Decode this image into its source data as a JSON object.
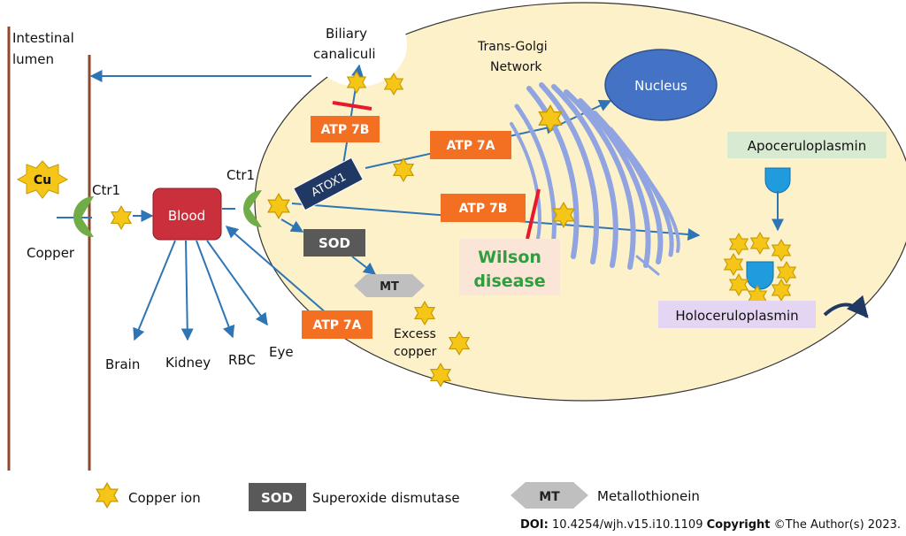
{
  "labels": {
    "intestinal_lumen_1": "Intestinal",
    "intestinal_lumen_2": "lumen",
    "copper": "Copper",
    "cu": "Cu",
    "ctr1_left": "Ctr1",
    "ctr1_right": "Ctr1",
    "blood": "Blood",
    "brain": "Brain",
    "kidney": "Kidney",
    "rbc": "RBC",
    "eye": "Eye",
    "biliary_1": "Biliary",
    "biliary_2": "canaliculi",
    "golgi_1": "Trans-Golgi",
    "golgi_2": "Network",
    "nucleus": "Nucleus",
    "atox1": "ATOX1",
    "atp7b_top": "ATP 7B",
    "atp7a_mid": "ATP 7A",
    "atp7b_mid": "ATP 7B",
    "atp7a_low": "ATP 7A",
    "sod": "SOD",
    "mt": "MT",
    "excess_1": "Excess",
    "excess_2": "copper",
    "wilson_1": "Wilson",
    "wilson_2": "disease",
    "apoceruloplasmin": "Apoceruloplasmin",
    "holoceruloplasmin": "Holoceruloplasmin"
  },
  "legend": {
    "copper_ion": "Copper ion",
    "sod_abbr": "SOD",
    "sod_full": "Superoxide dismutase",
    "mt_abbr": "MT",
    "mt_full": "Metallothionein"
  },
  "footer": {
    "doi_label": "DOI:",
    "doi_value": " 10.4254/wjh.v15.i10.1109 ",
    "copyright_label": "Copyright",
    "copyright_value": " ©The Author(s) 2023."
  },
  "colors": {
    "cell_fill": "#fdf1c9",
    "arrow": "#2e75b6",
    "wall": "#8b4a2b",
    "atp_box": "#f36f21",
    "atox_box": "#1f3864",
    "sod_box": "#595959",
    "mt_box": "#bfbfbf",
    "blood_box": "#c9303c",
    "nucleus": "#4472c4",
    "star": "#f5c518",
    "ctr1": "#70ad47",
    "wilson_text": "#2f9e3f",
    "inhibit": "#e8192c",
    "golgi": "#8fa4e0"
  }
}
